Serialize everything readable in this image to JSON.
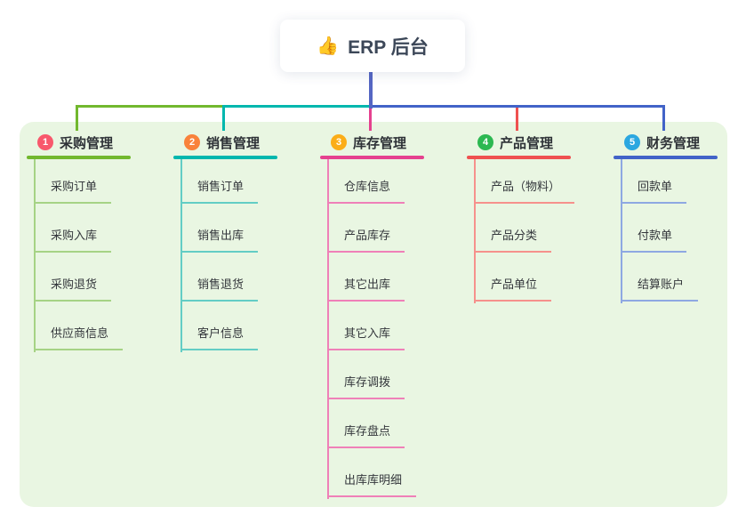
{
  "root": {
    "icon": "👍",
    "title": "ERP 后台"
  },
  "colors": {
    "page_background": "#ffffff",
    "panel_background": "#e9f6e2",
    "trunk_line": "#5566c3",
    "text": "#34373c"
  },
  "branches": [
    {
      "badge": "1",
      "badge_color": "#f8586c",
      "title": "采购管理",
      "line_color": "#72b82e",
      "child_line_color": "#a6d385",
      "children": [
        "采购订单",
        "采购入库",
        "采购退货",
        "供应商信息"
      ]
    },
    {
      "badge": "2",
      "badge_color": "#f9823b",
      "title": "销售管理",
      "line_color": "#00b7ae",
      "child_line_color": "#63cdc5",
      "children": [
        "销售订单",
        "销售出库",
        "销售退货",
        "客户信息"
      ]
    },
    {
      "badge": "3",
      "badge_color": "#fbad18",
      "title": "库存管理",
      "line_color": "#e5418f",
      "child_line_color": "#ef80b8",
      "children": [
        "仓库信息",
        "产品库存",
        "其它出库",
        "其它入库",
        "库存调拨",
        "库存盘点",
        "出库库明细"
      ]
    },
    {
      "badge": "4",
      "badge_color": "#2cb851",
      "title": "产品管理",
      "line_color": "#ef5150",
      "child_line_color": "#f6918c",
      "children": [
        "产品（物料）",
        "产品分类",
        "产品单位"
      ]
    },
    {
      "badge": "5",
      "badge_color": "#2ba7e0",
      "title": "财务管理",
      "line_color": "#4263c8",
      "child_line_color": "#8ea8e2",
      "children": [
        "回款单",
        "付款单",
        "结算账户"
      ]
    }
  ]
}
